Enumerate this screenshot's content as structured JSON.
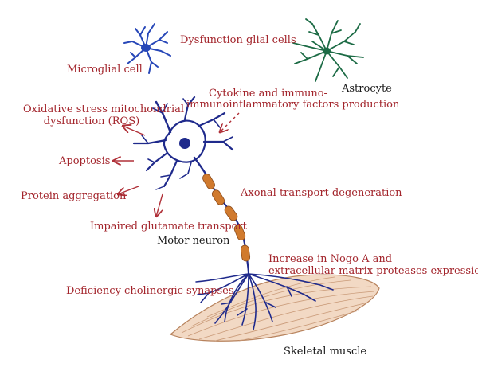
{
  "labels": {
    "dysfunction_glial": "Dysfunction glial cells",
    "microglial_cell": "Microglial cell",
    "astrocyte": "Astrocyte",
    "cytokine_line1": "Cytokine and immuno-",
    "cytokine_line2": "immunoinflammatory factors production",
    "oxidative_line1": "Oxidative stress mitochondrial",
    "oxidative_line2": "dysfunction (ROS)",
    "apoptosis": "Apoptosis",
    "protein_aggregation": "Protein aggregation",
    "axonal_transport": "Axonal transport degeneration",
    "impaired_glutamate": "Impaired glutamate transport",
    "motor_neuron": "Motor neuron",
    "nogo_line1": "Increase in Nogo A and",
    "nogo_line2": "extracellular matrix proteases expression",
    "deficiency_cholinergic": "Deficiency cholinergic synapses",
    "skeletal_muscle": "Skeletal muscle"
  },
  "colors": {
    "label_red": "#a3252c",
    "label_black": "#1a1a1a",
    "neuron_blue": "#1f2a8c",
    "microglia_blue": "#2747b8",
    "astrocyte_green": "#1c6b45",
    "myelin_orange": "#d07a2e",
    "muscle_fill": "#f2d9c4",
    "muscle_stroke": "#b7825c",
    "arrow_red": "#b03038"
  }
}
